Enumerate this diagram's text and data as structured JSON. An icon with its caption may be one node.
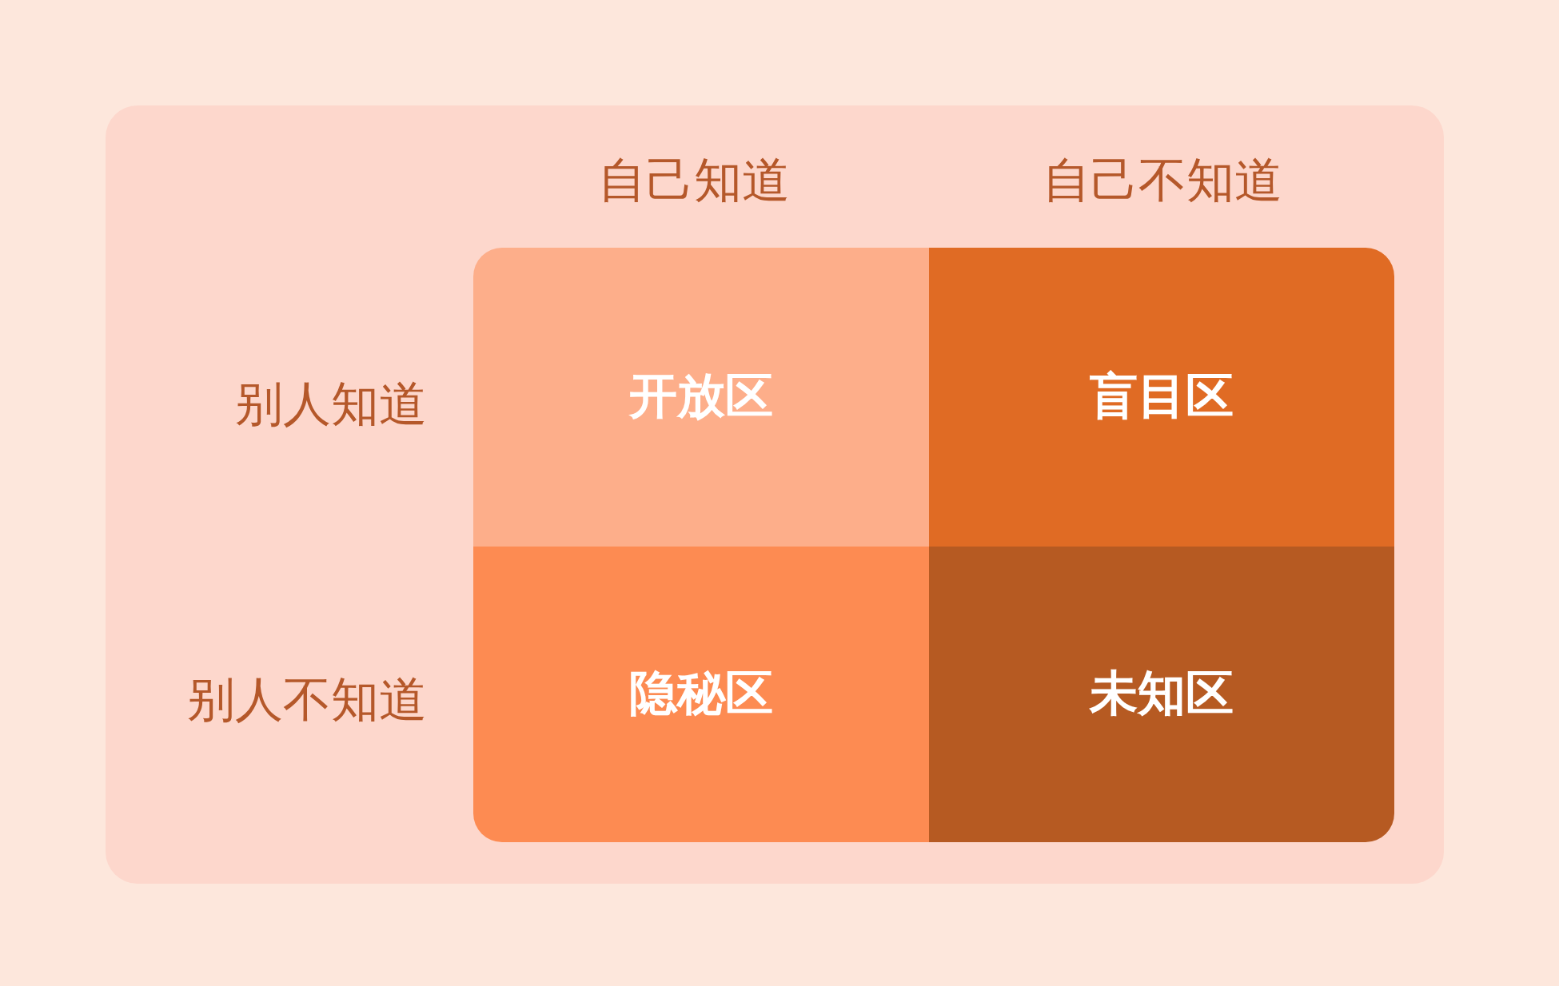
{
  "diagram": {
    "nodes": [
      {
        "text": [
          "开放区"
        ]
      },
      {
        "text": [
          "盲目区"
        ]
      },
      {
        "text": [
          "隐秘区"
        ]
      },
      {
        "text": [
          "未知区"
        ]
      }
    ],
    "labels": [
      "自己知道",
      "自己不知道",
      "别人知道",
      "别人不知道"
    ]
  }
}
